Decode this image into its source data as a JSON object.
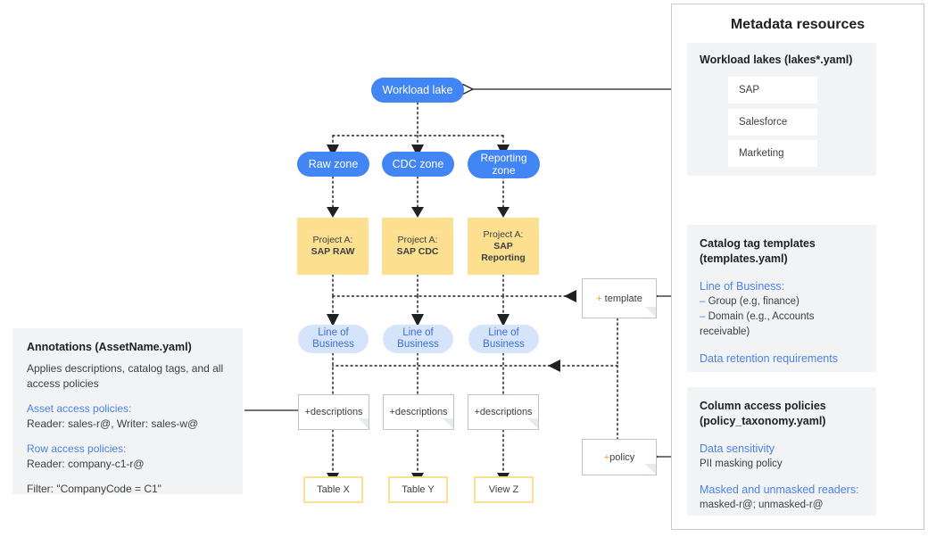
{
  "diagram": {
    "flow": {
      "workload_lake": "Workload lake",
      "zones": [
        {
          "label": "Raw zone"
        },
        {
          "label": "CDC zone"
        },
        {
          "label": "Reporting\nzone"
        }
      ],
      "projects": [
        {
          "line1": "Project A:",
          "line2": "SAP RAW"
        },
        {
          "line1": "Project A:",
          "line2": "SAP CDC"
        },
        {
          "line1": "Project A:",
          "line2": "SAP\nReporting"
        }
      ],
      "lob": [
        {
          "label": "Line of\nBusiness"
        },
        {
          "label": "Line of\nBusiness"
        },
        {
          "label": "Line of\nBusiness"
        }
      ],
      "descriptions": [
        {
          "label": "+descriptions"
        },
        {
          "label": "+descriptions"
        },
        {
          "label": "+descriptions"
        }
      ],
      "tables": [
        {
          "label": "Table X"
        },
        {
          "label": "Table Y"
        },
        {
          "label": "View Z"
        }
      ],
      "template_note": {
        "plus": "+",
        "label": " template"
      },
      "policy_note": {
        "plus": "+",
        "label": "policy"
      }
    },
    "annotations": {
      "title": "Annotations (AssetName.yaml)",
      "intro": "Applies descriptions, catalog tags, and all access policies",
      "groups": [
        {
          "heading": "Asset access policies:",
          "lines": [
            "Reader: sales-r@, Writer: sales-w@"
          ]
        },
        {
          "heading": "Row access policies:",
          "lines": [
            "Reader: company-c1-r@"
          ]
        }
      ],
      "filter": "Filter: \"CompanyCode = C1\""
    },
    "metadata_panel": {
      "title": "Metadata resources",
      "sections": [
        {
          "name": "workload-lakes",
          "title": "Workload lakes (lakes*.yaml)",
          "items": [
            "SAP",
            "Salesforce",
            "Marketing"
          ]
        },
        {
          "name": "catalog-tag-templates",
          "title_line1": "Catalog tag templates",
          "title_line2": "(templates.yaml)",
          "head1": "Line of Business:",
          "bullets": [
            "Group (e.g, finance)",
            "Domain (e.g., Accounts receivable)"
          ],
          "head2": "Data retention requirements"
        },
        {
          "name": "column-access-policies",
          "title_line1": "Column access policies",
          "title_line2": "(policy_taxonomy.yaml)",
          "head1": "Data sensitivity",
          "body1": "PII masking policy",
          "head2": "Masked and unmasked readers:",
          "body2": "masked-r@; unmasked-r@"
        }
      ]
    },
    "colors": {
      "blue_pill": "#4285f4",
      "lob_fill": "#d6e4fb",
      "lob_text": "#3b6fd4",
      "cylinder": "#fcdf8f",
      "panel_grey": "#f1f3f4",
      "accent_link": "#4c82e8",
      "note_border": "#bfc4cc",
      "edge": "#3c4043"
    }
  }
}
